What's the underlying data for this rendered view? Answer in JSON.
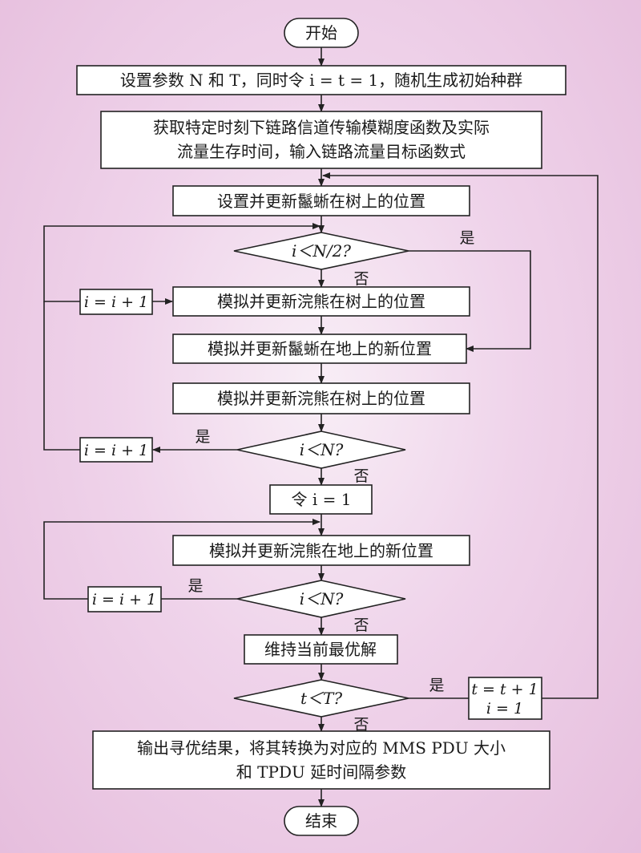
{
  "flowchart": {
    "start": "开始",
    "set_params": "设置参数 N 和 T，同时令 i = t = 1，随机生成初始种群",
    "acquire_line1": "获取特定时刻下链路信道传输模糊度函数及实际",
    "acquire_line2": "流量生存时间，输入链路流量目标函数式",
    "update_squirrel_tree": "设置并更新鬣蜥在树上的位置",
    "cond_half": "i＜N/2?",
    "sim_raccoon_tree_1": "模拟并更新浣熊在树上的位置",
    "sim_squirrel_ground": "模拟并更新鬣蜥在地上的新位置",
    "sim_raccoon_tree_2": "模拟并更新浣熊在树上的位置",
    "cond_n1": "i＜N?",
    "set_i1": "令  i = 1",
    "sim_raccoon_ground": "模拟并更新浣熊在地上的新位置",
    "cond_n2": "i＜N?",
    "keep_best": "维持当前最优解",
    "cond_t": "t＜T?",
    "inc_t_line1": "t = t + 1",
    "inc_t_line2": "i = 1",
    "output_line1": "输出寻优结果，将其转换为对应的 MMS PDU 大小",
    "output_line2": "和 TPDU 延时间隔参数",
    "end": "结束",
    "inc_i_1": "i = i + 1",
    "inc_i_2": "i = i + 1",
    "inc_i_3": "i = i + 1",
    "yes": "是",
    "no": "否"
  },
  "colors": {
    "background_center": "#f8eef6",
    "background_edge": "#e6bedd",
    "box_fill": "#ffffff",
    "line": "#222222"
  }
}
